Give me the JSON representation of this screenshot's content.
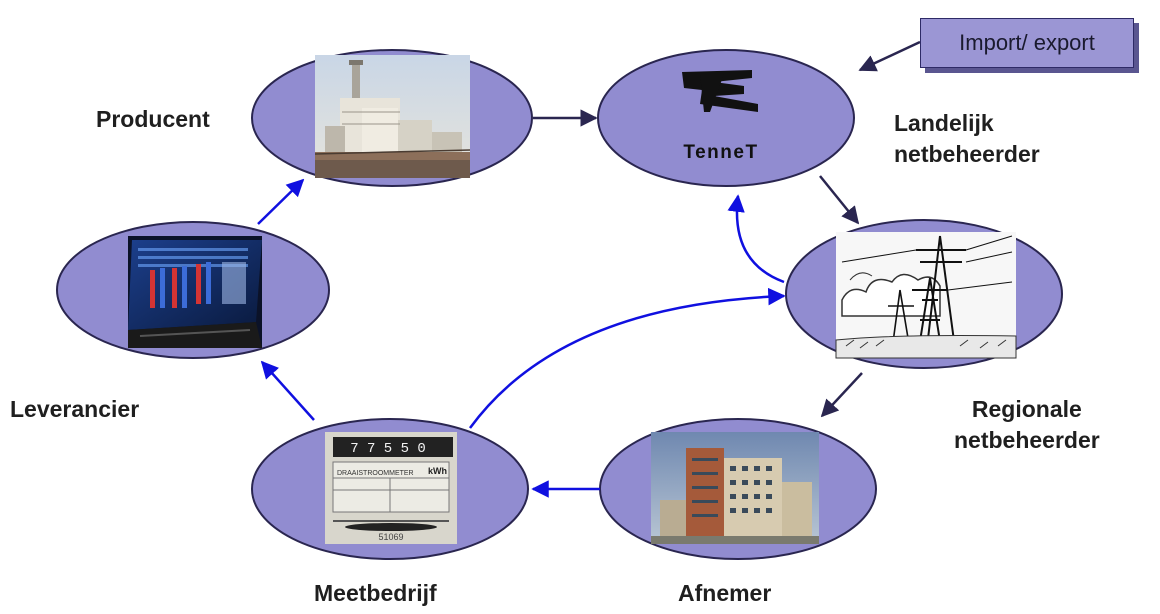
{
  "colors": {
    "node_fill": "#918cd0",
    "node_stroke": "#2a2650",
    "arrow_dark": "#2a2650",
    "arrow_blue": "#1010e0",
    "import_box": "#9b96d4"
  },
  "import_export": {
    "label": "Import/ export"
  },
  "nodes": {
    "producent": {
      "label": "Producent",
      "image": "power-plant-photo"
    },
    "tennet": {
      "label": "Landelijk netbeheerder",
      "label_line1": "Landelijk",
      "label_line2": "netbeheerder",
      "logo_text": "TenneT",
      "image": "tennet-logo"
    },
    "regionale": {
      "label": "Regionale netbeheerder",
      "label_line1": "Regionale",
      "label_line2": "netbeheerder",
      "image": "power-lines-drawing"
    },
    "afnemer": {
      "label": "Afnemer",
      "image": "office-building-photo"
    },
    "meetbedrijf": {
      "label": "Meetbedrijf",
      "image": "electricity-meter-photo",
      "meter_digits": "7 7 5 5 0",
      "meter_title": "DRAAISTROOMMETER",
      "meter_unit": "kWh",
      "meter_serial": "51069"
    },
    "leverancier": {
      "label": "Leverancier",
      "image": "trading-screen-photo"
    }
  },
  "edges": [
    {
      "from": "import_export",
      "to": "tennet",
      "style": "dark"
    },
    {
      "from": "producent",
      "to": "tennet",
      "style": "dark"
    },
    {
      "from": "tennet",
      "to": "regionale",
      "style": "dark"
    },
    {
      "from": "regionale",
      "to": "afnemer",
      "style": "dark"
    },
    {
      "from": "afnemer",
      "to": "meetbedrijf",
      "style": "blue"
    },
    {
      "from": "meetbedrijf",
      "to": "leverancier",
      "style": "blue"
    },
    {
      "from": "leverancier",
      "to": "producent",
      "style": "blue"
    },
    {
      "from": "meetbedrijf",
      "to": "regionale",
      "style": "blue"
    },
    {
      "from": "regionale",
      "to": "tennet",
      "style": "blue"
    }
  ]
}
